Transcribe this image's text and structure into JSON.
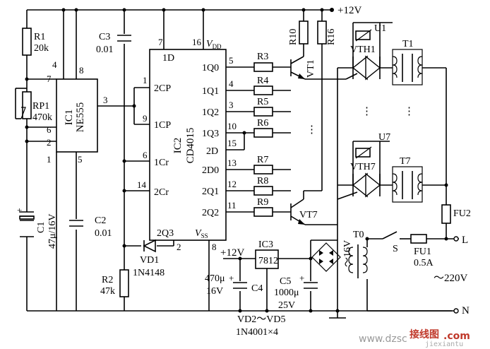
{
  "power": {
    "vcc_top": "+12V",
    "vcc_mid": "+12V",
    "ac": "～220V",
    "line_l": "L",
    "line_n": "N"
  },
  "ic1": {
    "name": "IC1",
    "part": "NE555",
    "pins": [
      "4",
      "8",
      "7",
      "3",
      "6",
      "2",
      "1",
      "5"
    ]
  },
  "ic2": {
    "name": "IC2",
    "part": "CD4015",
    "pin_labels": [
      "1D",
      "2CP",
      "1CP",
      "1Cr",
      "2Cr",
      "2Q3",
      "1Q0",
      "1Q1",
      "1Q2",
      "1Q3",
      "2D",
      "2D0",
      "2Q1",
      "2Q2"
    ],
    "vdd": "V",
    "vdd_sub": "DD",
    "vss": "V",
    "vss_sub": "SS",
    "pins": [
      "7",
      "16",
      "1",
      "9",
      "6",
      "14",
      "2",
      "8",
      "5",
      "4",
      "3",
      "10",
      "15",
      "13",
      "12",
      "11"
    ]
  },
  "ic3": {
    "name": "IC3",
    "part": "7812"
  },
  "resistors": {
    "r1": [
      "R1",
      "20k"
    ],
    "rp1": [
      "RP1",
      "470k"
    ],
    "r2": [
      "R2",
      "47k"
    ],
    "r3": "R3",
    "r4": "R4",
    "r5": "R5",
    "r6": "R6",
    "r7": "R7",
    "r8": "R8",
    "r9": "R9",
    "r10": "R10",
    "r16": "R16"
  },
  "capacitors": {
    "c1": [
      "C1",
      "47μ/16V"
    ],
    "c2": [
      "C2",
      "0.01"
    ],
    "c3": [
      "C3",
      "0.01"
    ],
    "c4": [
      "470μ",
      "16V",
      "C4"
    ],
    "c5": [
      "C5",
      "1000μ",
      "25V"
    ]
  },
  "semis": {
    "vd1": [
      "VD1",
      "1N4148"
    ],
    "vt1": "VT1",
    "vt7": "VT7",
    "vth1": "VTH1",
    "vth7": "VTH7",
    "u1": "U1",
    "u7": "U7",
    "t1": "T1",
    "t7": "T7",
    "vd_bridge": [
      "VD2～VD5",
      "1N4001×4"
    ]
  },
  "transformer": {
    "name": "T0",
    "secondary": "16V",
    "secondary_prefix": "～"
  },
  "switch": "S",
  "fuses": {
    "fu1": [
      "FU1",
      "0.5A"
    ],
    "fu2": "FU2"
  },
  "ellipsis": "⋮",
  "watermark": {
    "site": "www.dzsc",
    "brand": "接线图",
    "com": ".com",
    "sub": "jiexiantu"
  }
}
